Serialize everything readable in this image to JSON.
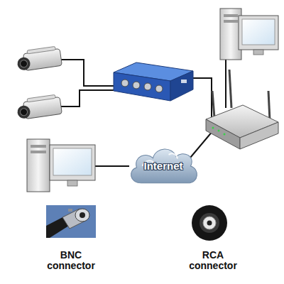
{
  "diagram": {
    "nodes": [
      {
        "text": [
          "Internet"
        ]
      }
    ],
    "labels": [
      "BNC connector",
      "RCA connector"
    ]
  }
}
